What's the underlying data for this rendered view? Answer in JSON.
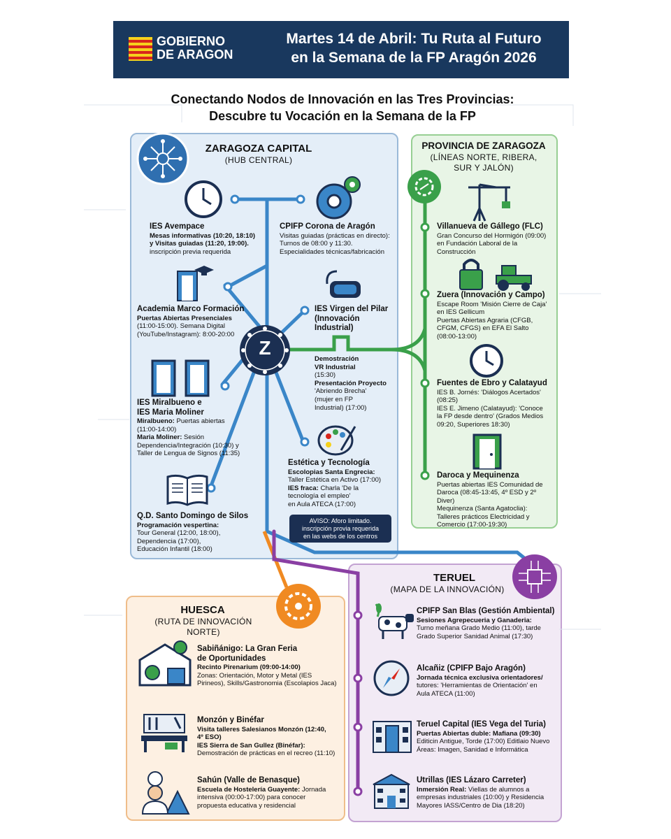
{
  "header": {
    "logo_line1": "GOBIERNO",
    "logo_line2": "DE ARAGON",
    "title_line1": "Martes 14 de Abril: Tu Ruta al Futuro",
    "title_line2": "en la Semana de la FP Aragón 2026"
  },
  "subtitle": {
    "line1": "Conectando Nodos de Innovación en las Tres Provincias:",
    "line2": "Descubre tu Vocación en la Semana de la FP"
  },
  "colors": {
    "header": "#19385e",
    "zaragoza": "#3a86c8",
    "provincia": "#3aa04a",
    "huesca": "#f08a22",
    "teruel": "#8a3fa3"
  },
  "zaragoza": {
    "title": "ZARAGOZA CAPITAL",
    "subtitle": "(HUB CENTRAL)",
    "hub_letter": "Z",
    "avempace": {
      "title": "IES Avempace",
      "l1": "Mesas informativas (10:20, 18:10)",
      "l2": "y Visitas guiadas (11:20, 19:00).",
      "l3": "inscripción previa requerida"
    },
    "corona": {
      "title": "CPIFP Corona de Aragón",
      "l1": "Visitas guiadas (prácticas en directo):",
      "l2": "Turnos de 08:00 y 11:30.",
      "l3": "Especialidades técnicas/fabricación"
    },
    "marco": {
      "title": "Academia Marco Formación",
      "l1": "Puertas Abiertas Presenciales",
      "l2": "(11:00-15:00). Semana Digital",
      "l3": "(YouTube/Instagram): 8:00-20:00"
    },
    "virgen": {
      "title1": "IES Virgen del Pilar",
      "title2": "(Innovación Industrial)",
      "l1": "Demostración",
      "l2": "VR Industrial",
      "l3": "(15:30)",
      "l4": "Presentación Proyecto",
      "l5": "'Abriendo Brecha'",
      "l6": "(mujer en FP",
      "l7": "Industrial) (17:00)"
    },
    "miralbueno": {
      "title1": "IES Miralbueno e",
      "title2": "IES Maria Moliner",
      "l1a": "Miralbueno:",
      "l1b": " Puertas abiertas",
      "l2": "(11:00-14:00)",
      "l3a": "Maria Moliner:",
      "l3b": " Sesión",
      "l4": "Dependencia/Integración (10:30) y",
      "l5": "Taller de Lengua de Signos (11:35)"
    },
    "estetica": {
      "title": "Estética y Tecnología",
      "l1": "Escolopias Santa Engrecia:",
      "l2": "Taller Estética en Activo (17:00)",
      "l3a": "IES fraca:",
      "l3b": " Charla 'De la",
      "l4": "tecnología el empleo'",
      "l5": "en Aula ATECA (17:00)"
    },
    "silos": {
      "title": "Q.D. Santo Domingo de Silos",
      "l1": "Programación vespertina:",
      "l2": "Tour General (12:00, 18:00),",
      "l3": "Dependencia (17:00),",
      "l4": "Educación Infantil (18:00)"
    },
    "aviso": {
      "l1": "AVISO: Aforo limitado.",
      "l2": "inscripción provia requerida",
      "l3": "en las webs de los centros"
    }
  },
  "provincia": {
    "title": "PROVINCIA DE ZARAGOZA",
    "subtitle1": "(LÍNEAS NORTE, RIBERA,",
    "subtitle2": "SUR Y JALÓN)",
    "villanueva": {
      "title": "Villanueva de Gállego (FLC)",
      "l1": "Gran Concurso del Hormigón (09:00)",
      "l2": "en Fundación Laboral de la",
      "l3": "Construcción"
    },
    "zuera": {
      "title": "Zuera (Innovación y Campo)",
      "l1": "Escape Room 'Misión Cierre de Caja'",
      "l2": "en IES Gellicum",
      "l3": "Puertas Abiertas Agraria (CFGB,",
      "l4": "CFGM, CFGS) en EFA El Salto",
      "l5": "(08:00-13:00)"
    },
    "fuentes": {
      "title": "Fuentes de Ebro y Calatayud",
      "l1": "IES B. Jornés: 'Diálogos Acertados'",
      "l2": "(08:25)",
      "l3": "IES E. Jimeno (Calatayud): 'Conoce",
      "l4": "la FP desde dentro' (Grados Medios",
      "l5": "09:20, Superiores 18:30)"
    },
    "daroca": {
      "title": "Daroca y Mequinenza",
      "l1": "Puertas abiertas IES Comunidad de",
      "l2": "Daroca (08:45-13:45, 4º ESD y 2º Diver)",
      "l3": "Mequinenza (Santa Agatoclia):",
      "l4": "Talleres prácticos Electricidad y",
      "l5": "Comercio (17:00-19:30)"
    }
  },
  "huesca": {
    "title": "HUESCA",
    "subtitle": "(RUTA DE INNOVACIÓN NORTE)",
    "sabinanigo": {
      "title1": "Sabiñánigo: La Gran Feria",
      "title2": "de Oportunidades",
      "l1": "Recinto Pirenarium (09:00-14:00)",
      "l2": "Zonas: Orientación, Motor y Metal (IES",
      "l3": "Pirineos), Skills/Gastronomia (Escolapios Jaca)"
    },
    "monzon": {
      "title": "Monzón y Binéfar",
      "l1": "Visita talleres Salesianos Monzón (12:40,",
      "l2": "4º ESO)",
      "l3": "IES Sierra de San Gullez (Binéfar):",
      "l4": "Demostración de prácticas en el recreo (11:10)"
    },
    "sahun": {
      "title": "Sahún (Valle de Benasque)",
      "l1a": "Escuela de Hostelería Guayente:",
      "l1b": " Jornada",
      "l2": "intensiva (00:00-17:00) para conocer",
      "l3": "propuesta educativa y residencial"
    }
  },
  "teruel": {
    "title": "TERUEL",
    "subtitle": "(MAPA DE LA INNOVACIÓN)",
    "sanblas": {
      "title": "CPIFP San Blas (Gestión Ambiental)",
      "l1": "Sesiones Agrepecueria y Ganaderia:",
      "l2": "Turno meñana Grado Medio (11:00), tarde",
      "l3": "Grado Superior Sanidad Animal (17:30)"
    },
    "alcaniz": {
      "title": "Alcañiz (CPIFP Bajo Aragón)",
      "l1": "Jornada técnica exclusiva orientadores/",
      "l2": "tutores: 'Herramientas de Orientación' en",
      "l3": "Aula ATECA (11:00)"
    },
    "capital": {
      "title": "Teruel Capital (IES Vega del Turia)",
      "l1": "Puertas Abiertas duble: Mafiana (09:30)",
      "l2": "Editicin Antigue, Torde (17:00) Editlaio Nuevo",
      "l3": "Áreas: Imagen, Sanidad e Informática"
    },
    "utrillas": {
      "title": "Utrillas (IES Lázaro Carreter)",
      "l1a": "Inmersión Real:",
      "l1b": " Viellas de alumnos a",
      "l2": "empresas industriales (10:00) y Residencia",
      "l3": "Mayores IASS/Centro de Dia (18:20)"
    }
  }
}
